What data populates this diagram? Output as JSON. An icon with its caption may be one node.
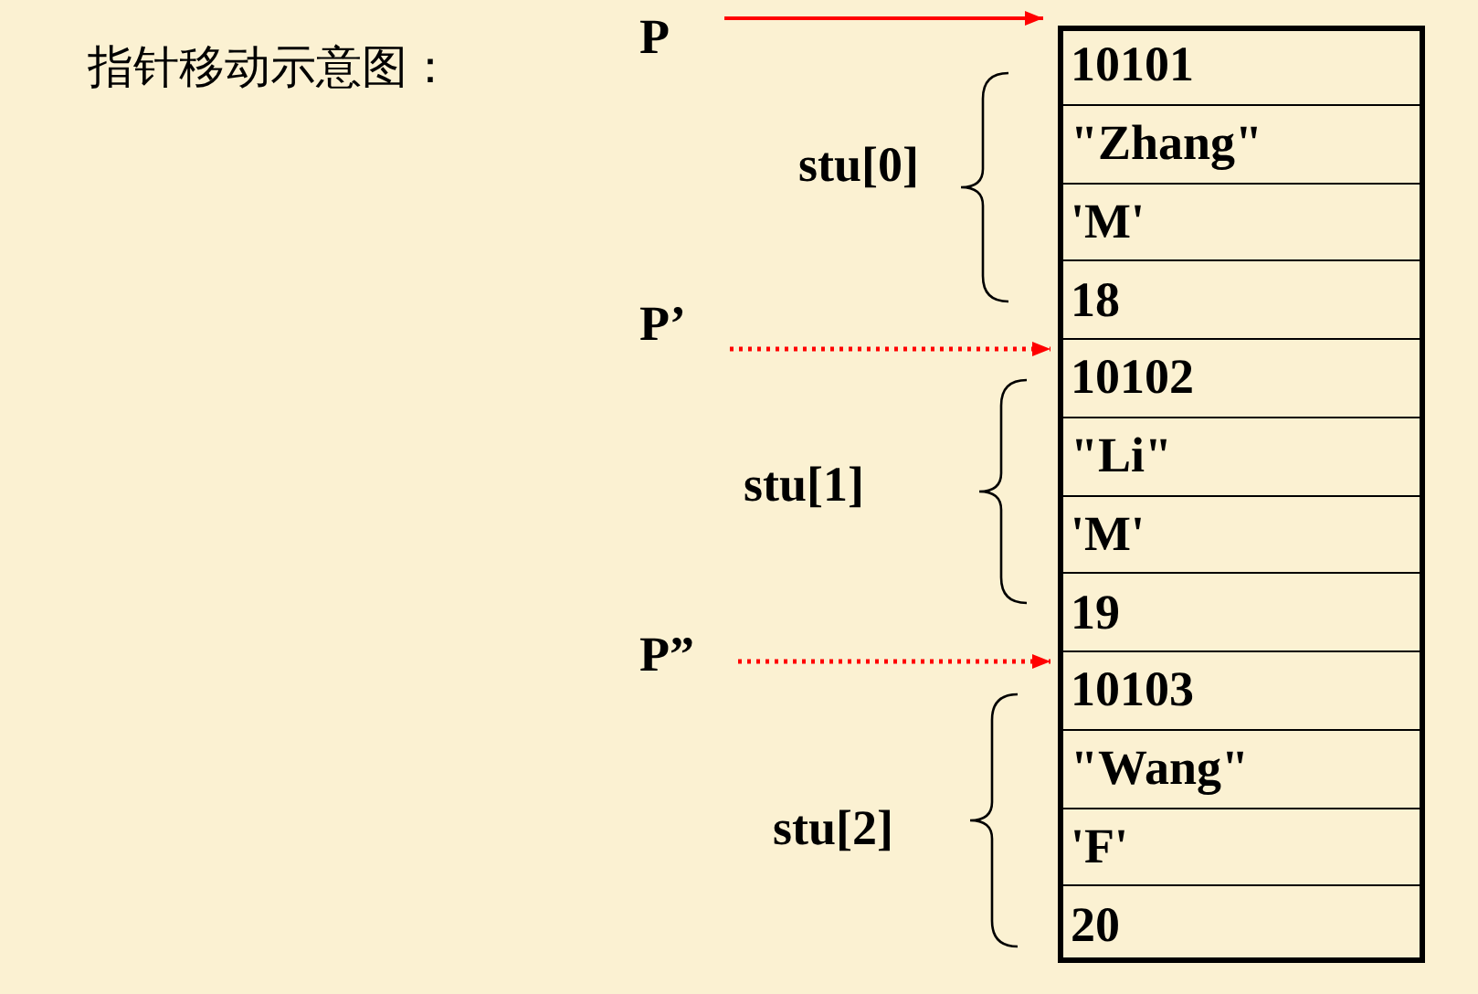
{
  "diagram": {
    "title": "指针移动示意图：",
    "nodes": [
      {
        "text": [],
        "shape": "box"
      },
      {
        "text": [
          "10101"
        ],
        "in": 0
      },
      {
        "text": [
          "\"Zhang\""
        ],
        "in": 0
      },
      {
        "text": [
          "'M'"
        ],
        "in": 0
      },
      {
        "text": [
          "18"
        ],
        "in": 0
      },
      {
        "text": [
          "10102"
        ],
        "in": 0
      },
      {
        "text": [
          "\"Li\""
        ],
        "in": 0
      },
      {
        "text": [
          "'M'"
        ],
        "in": 0
      },
      {
        "text": [
          "19"
        ],
        "in": 0
      },
      {
        "text": [
          "10103"
        ],
        "in": 0
      },
      {
        "text": [
          "\"Wang\""
        ],
        "in": 0
      },
      {
        "text": [
          "'F'"
        ],
        "in": 0
      },
      {
        "text": [
          "20"
        ],
        "in": 0
      },
      {
        "text": [
          "P"
        ]
      },
      {
        "text": [
          "P’"
        ]
      },
      {
        "text": [
          "P”"
        ]
      }
    ],
    "edges": [
      {
        "from": 13,
        "to": 1,
        "arrow": "to",
        "color": "#ff0000"
      },
      {
        "from": 14,
        "to": 5,
        "arrow": "to",
        "style": "dashed",
        "color": "#ff0000"
      },
      {
        "from": 15,
        "to": 9,
        "arrow": "to",
        "style": "dashed",
        "color": "#ff0000"
      }
    ],
    "labels": [
      "stu[0]",
      "stu[1]",
      "stu[2]"
    ]
  }
}
